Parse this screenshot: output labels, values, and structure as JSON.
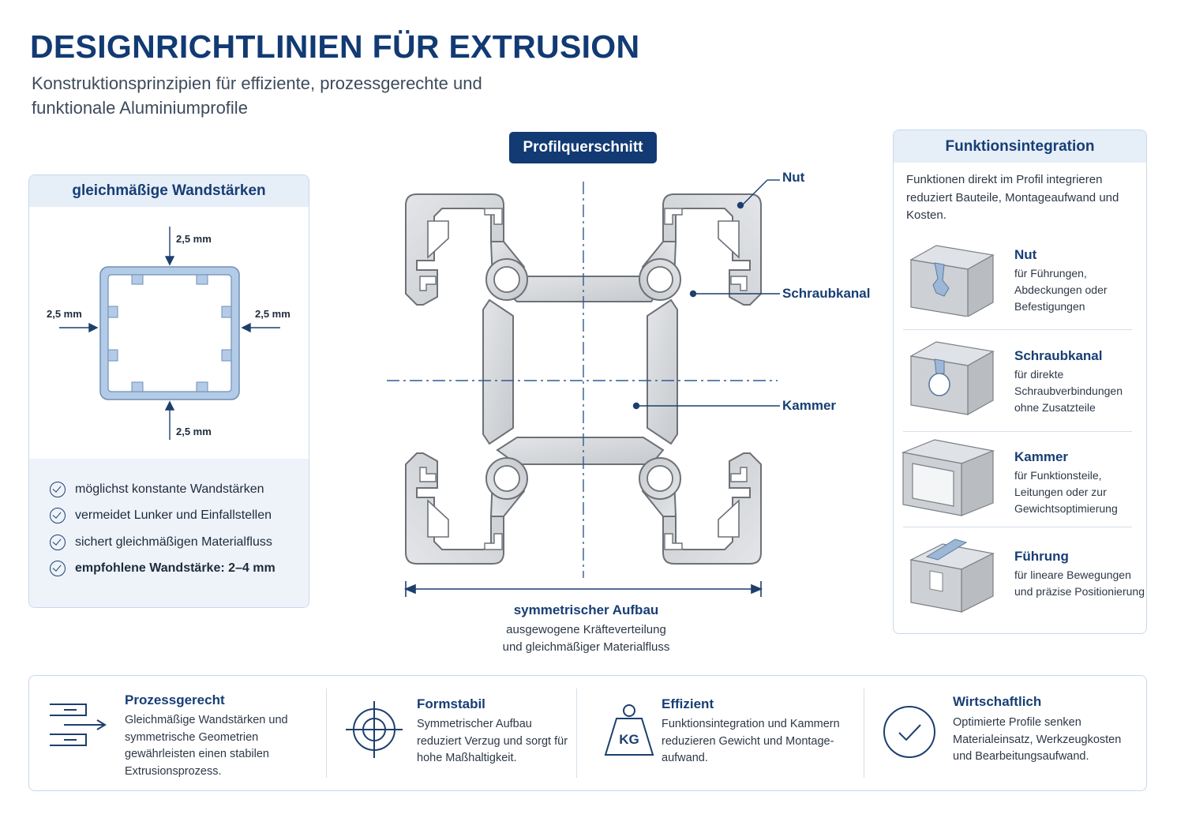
{
  "header": {
    "title": "DESIGNRICHTLINIEN FÜR EXTRUSION",
    "subtitle_line1": "Konstruktionsprinzipien für effiziente, prozessgerechte und",
    "subtitle_line2": "funktionale Aluminiumprofile"
  },
  "wall_panel": {
    "heading": "gleichmäßige Wandstärken",
    "dim_top": "2,5 mm",
    "dim_left": "2,5 mm",
    "dim_right": "2,5 mm",
    "dim_bottom": "2,5 mm",
    "items": [
      "möglichst konstante Wandstärken",
      "vermeidet Lunker und Einfallstellen",
      "sichert gleichmäßigen Materialfluss",
      "empfohlene Wandstärke: 2–4 mm"
    ]
  },
  "cross_section": {
    "badge": "Profilquerschnitt",
    "callouts": {
      "nut": "Nut",
      "schraubkanal": "Schraubkanal",
      "kammer": "Kammer"
    },
    "symmetry_title": "symmetrischer Aufbau",
    "symmetry_line1": "ausgewogene Kräfteverteilung",
    "symmetry_line2": "und gleichmäßiger Materialfluss"
  },
  "func_panel": {
    "heading": "Funktionsintegration",
    "intro": "Funktionen direkt im Profil integrieren reduziert Bauteile, Montageaufwand und Kosten.",
    "items": [
      {
        "title": "Nut",
        "text": "für Führungen, Abdeckungen oder Befestigungen",
        "icon": "t-slot-block-icon"
      },
      {
        "title": "Schraubkanal",
        "text": "für direkte Schraubverbindungen ohne Zusatzteile",
        "icon": "screw-channel-block-icon"
      },
      {
        "title": "Kammer",
        "text": "für Funktionsteile, Leitungen oder zur Gewichtsoptimierung",
        "icon": "hollow-chamber-block-icon"
      },
      {
        "title": "Führung",
        "text": "für lineare Bewegungen und präzise Positionierung",
        "icon": "linear-guide-block-icon"
      }
    ]
  },
  "benefits": [
    {
      "title": "Prozessgerecht",
      "text": "Gleichmäßige Wandstärken und symmetrische Geometrien gewährleisten einen stabilen Extrusionsprozess.",
      "icon": "process-flow-icon"
    },
    {
      "title": "Formstabil",
      "text": "Symmetrischer Aufbau reduziert Verzug und sorgt für hohe Maßhaltigkeit.",
      "icon": "crosshair-icon"
    },
    {
      "title": "Effizient",
      "text": "Funktionsintegration und Kammern reduzieren Gewicht und Montage-aufwand.",
      "icon": "weight-kg-icon",
      "icon_label": "KG"
    },
    {
      "title": "Wirtschaftlich",
      "text": "Optimierte Profile senken Materialeinsatz, Werkzeugkosten und Bearbeitungsaufwand.",
      "icon": "check-circle-icon"
    }
  ],
  "colors": {
    "primary": "#123a73",
    "panel_header": "#e6eef8",
    "list_background": "#eef3fa",
    "profile_metal": "#d4d6d9",
    "wall_outline": "#a9c3e3"
  }
}
